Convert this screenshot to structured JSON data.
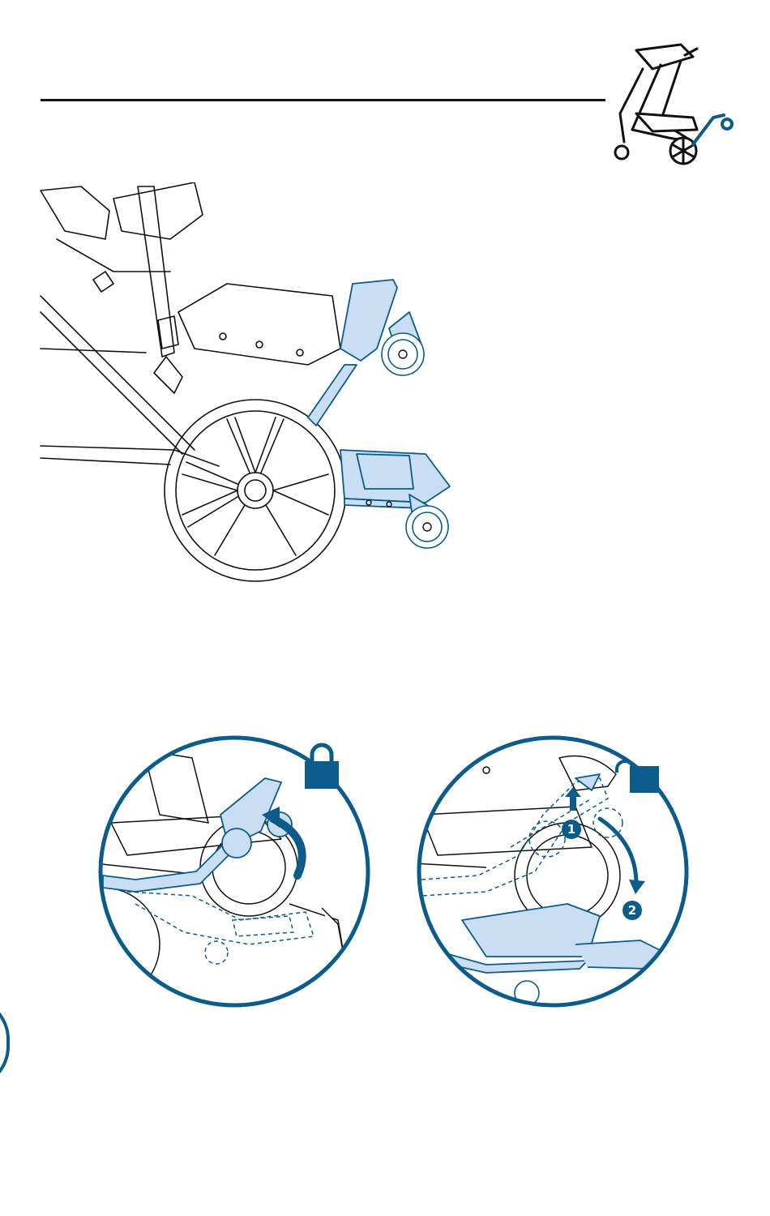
{
  "figure": {
    "header_icon": "stroller-with-board-icon",
    "main_illustration": "stroller-rear-wheel-with-ride-board",
    "detail_left": "board-folded-locked-detail",
    "detail_right": "board-unfolded-detail",
    "lock_icon": "lock-closed-icon",
    "unlock_icon": "lock-open-icon"
  },
  "steps": {
    "step1": "1",
    "step2": "2"
  },
  "colors": {
    "accent": "#0b5c8a",
    "highlight": "#c9def2",
    "line": "#111111"
  }
}
